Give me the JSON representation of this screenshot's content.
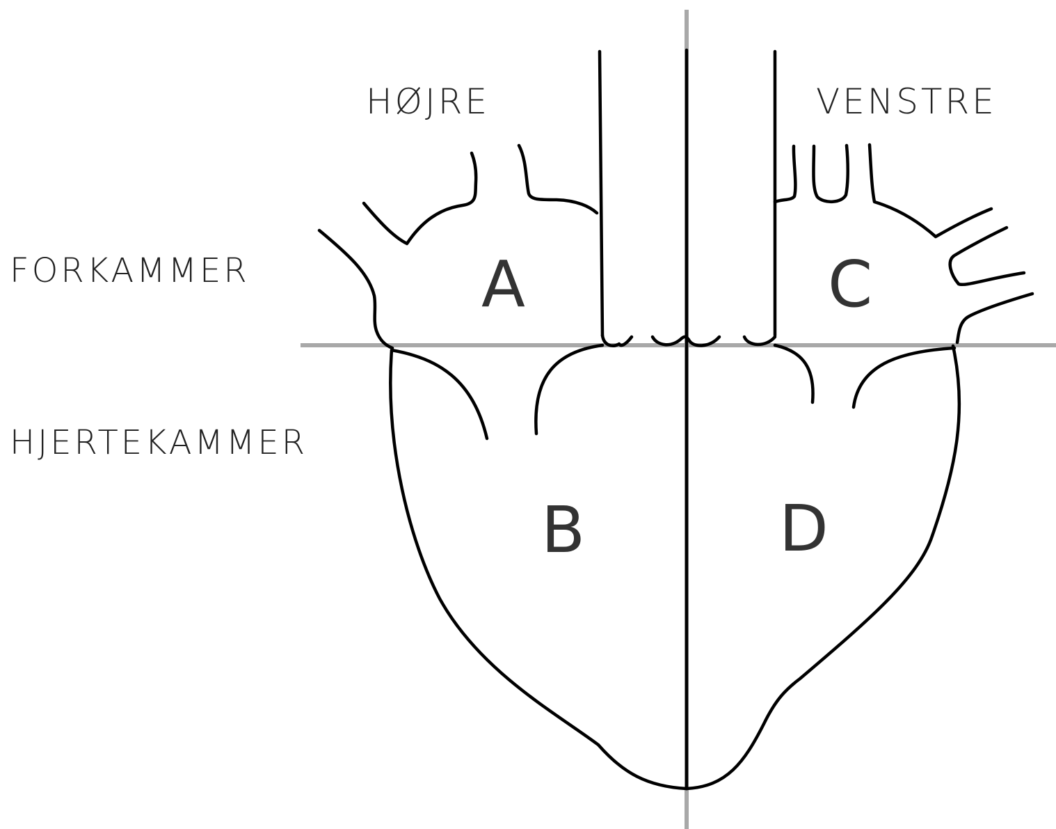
{
  "sides": {
    "right": "HØJRE",
    "left": "VENSTRE"
  },
  "rows": {
    "atria": "FORKAMMER",
    "ventricles": "HJERTEKAMMER"
  },
  "chambers": {
    "a": "A",
    "b": "B",
    "c": "C",
    "d": "D"
  }
}
